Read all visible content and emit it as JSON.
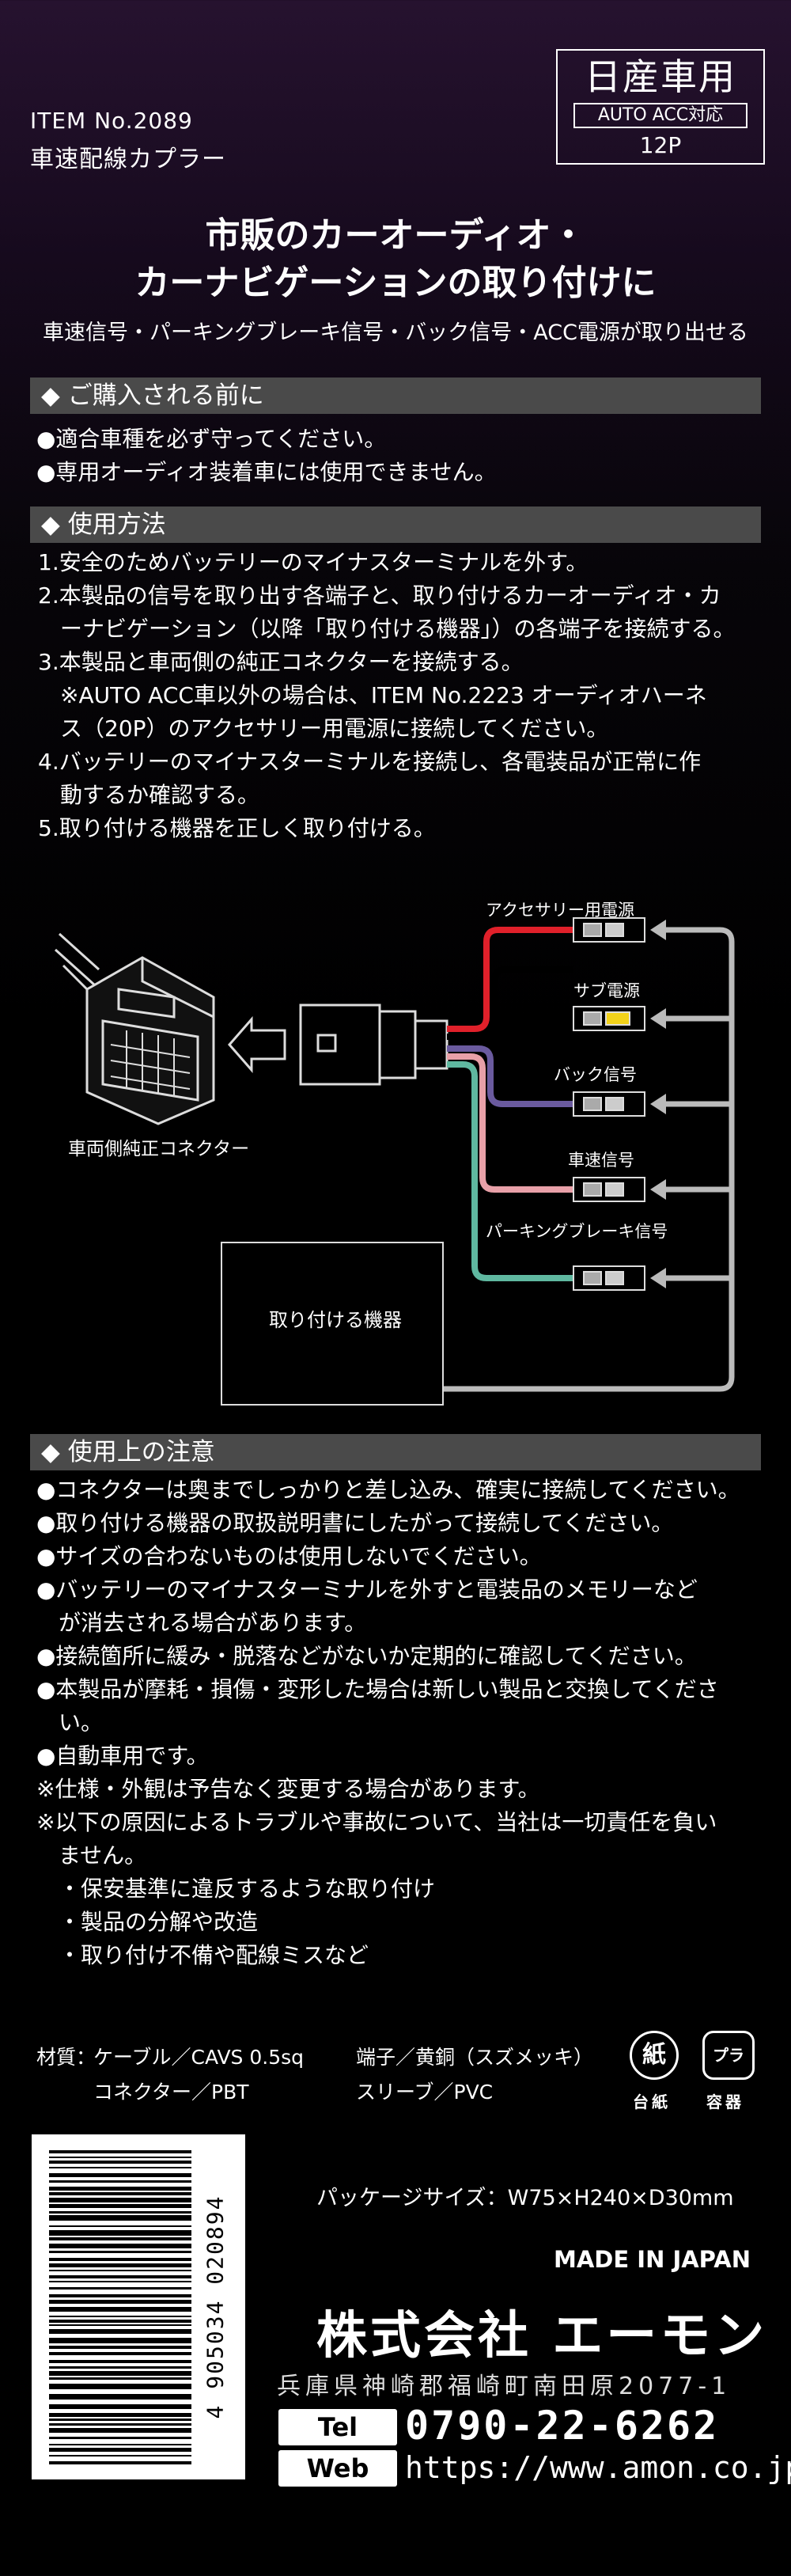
{
  "header": {
    "item_no": "ITEM No.2089",
    "product_type": "車速配線カプラー",
    "badge_title": "日産車用",
    "badge_sub": "AUTO ACC対応",
    "badge_pin": "12P"
  },
  "headline": {
    "line1": "市販のカーオーディオ・",
    "line2": "カーナビゲーションの取り付けに",
    "sub": "車速信号・パーキングブレーキ信号・バック信号・ACC電源が取り出せる"
  },
  "before_purchase": {
    "title": "◆ ご購入される前に",
    "items": [
      "●適合車種を必ず守ってください。",
      "●専用オーディオ装着車には使用できません。"
    ]
  },
  "usage": {
    "title": "◆ 使用方法",
    "lines": [
      "1.安全のためバッテリーのマイナスターミナルを外す。",
      "2.本製品の信号を取り出す各端子と、取り付けるカーオーディオ・カ",
      "　ーナビゲーション（以降「取り付ける機器」）の各端子を接続する。",
      "3.本製品と車両側の純正コネクターを接続する。",
      "　※AUTO ACC車以外の場合は、ITEM No.2223 オーディオハーネ",
      "　ス（20P）のアクセサリー用電源に接続してください。",
      "4.バッテリーのマイナスターミナルを接続し、各電装品が正常に作",
      "　動するか確認する。",
      "5.取り付ける機器を正しく取り付ける。"
    ]
  },
  "diagram": {
    "vehicle_connector": "車両側純正コネクター",
    "device": "取り付ける機器",
    "wires": [
      {
        "label": "アクセサリー用電源",
        "color": "#e0202a"
      },
      {
        "label": "サブ電源",
        "color": "#f2d21a"
      },
      {
        "label": "バック信号",
        "color": "#6a5a9e"
      },
      {
        "label": "車速信号",
        "color": "#e8a0a8"
      },
      {
        "label": "パーキングブレーキ信号",
        "color": "#5fb8a0"
      }
    ]
  },
  "cautions": {
    "title": "◆ 使用上の注意",
    "lines": [
      "●コネクターは奥までしっかりと差し込み、確実に接続してください。",
      "●取り付ける機器の取扱説明書にしたがって接続してください。",
      "●サイズの合わないものは使用しないでください。",
      "●バッテリーのマイナスターミナルを外すと電装品のメモリーなど",
      "　が消去される場合があります。",
      "●接続箇所に緩み・脱落などがないか定期的に確認してください。",
      "●本製品が摩耗・損傷・変形した場合は新しい製品と交換してくださ",
      "　い。",
      "●自動車用です。",
      "※仕様・外観は予告なく変更する場合があります。",
      "※以下の原因によるトラブルや事故について、当社は一切責任を負い",
      "　ません。",
      "　・保安基準に違反するような取り付け",
      "　・製品の分解や改造",
      "　・取り付け不備や配線ミスなど"
    ]
  },
  "specs": {
    "material_label": "材質：",
    "cable": "ケーブル／CAVS 0.5sq",
    "terminal": "端子／黄銅（スズメッキ）",
    "connector": "コネクター／PBT",
    "sleeve": "スリーブ／PVC"
  },
  "recycle": {
    "paper_mark": "紙",
    "paper_label": "台紙",
    "plastic_mark": "プラ",
    "plastic_label": "容器"
  },
  "footer": {
    "barcode_number": "4 905034 020894",
    "package_size": "パッケージサイズ：W75×H240×D30mm",
    "made_in": "MADE IN JAPAN",
    "company": "株式会社 エーモン",
    "address": "兵庫県神崎郡福崎町南田原2077-1",
    "tel_label": "Tel",
    "tel": "0790-22-6262",
    "web_label": "Web",
    "web": "https://www.amon.co.jp"
  }
}
